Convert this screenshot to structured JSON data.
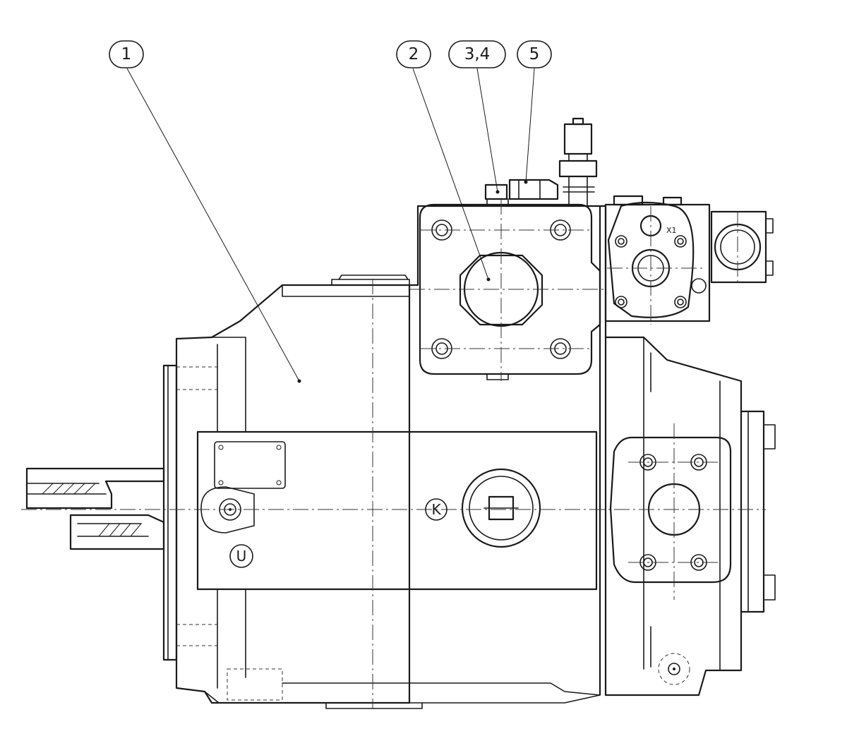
{
  "callouts": [
    {
      "id": "c1",
      "text": "1"
    },
    {
      "id": "c2",
      "text": "2"
    },
    {
      "id": "c34",
      "text": "3,4"
    },
    {
      "id": "c5",
      "text": "5"
    }
  ],
  "port_labels": {
    "k": "K",
    "u": "U",
    "x1": "X1"
  }
}
